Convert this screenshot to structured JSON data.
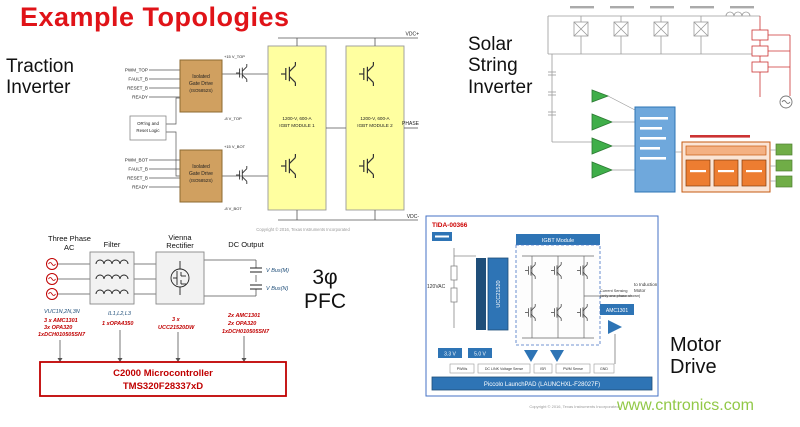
{
  "page": {
    "title": "Example Topologies",
    "watermark": "www.cntronics.com"
  },
  "colors": {
    "title_red": "#e01318",
    "annotation_red": "#c00000",
    "watermark_green": "#8cc63e",
    "igbt_module_yellow": "#ffffa0",
    "gate_driver_tan": "#d0a060",
    "ti_blue": "#2e74b5",
    "solar_green": "#3fae49",
    "solar_orange": "#ed7d31"
  },
  "traction": {
    "label_line1": "Traction",
    "label_line2": "Inverter",
    "inputs_top": [
      "PWM_TOP",
      "FAULT_B",
      "RESET_B",
      "READY"
    ],
    "inputs_bot": [
      "PWM_BOT",
      "FAULT_B",
      "RESET_B",
      "READY"
    ],
    "logic_line1": "OR'ing and",
    "logic_line2": "Reset Logic",
    "driver_line1": "Isolated",
    "driver_line2": "Gate Drive",
    "driver_line3": "(ISO5852S)",
    "supply_top_pos": "+15 V_TOP",
    "supply_top_neg": "-8 V_TOP",
    "supply_bot_pos": "+15 V_BOT",
    "supply_bot_neg": "-8 V_BOT",
    "module1_line1": "1200-V, 600-A",
    "module1_line2": "IGBT MODULE 1",
    "module2_line1": "1200-V, 600-A",
    "module2_line2": "IGBT MODULE 2",
    "rail_top": "VDC+",
    "rail_bottom": "VDC-",
    "phase": "PHASE",
    "copyright": "Copyright © 2016, Texas Instruments Incorporated"
  },
  "solar": {
    "label_line1": "Solar",
    "label_line2": "String",
    "label_line3": "Inverter"
  },
  "pfc": {
    "label_line1": "3φ",
    "label_line2": "PFC",
    "source_line1": "Three Phase",
    "source_line2": "AC",
    "filter_label": "Filter",
    "rectifier_line1": "Vienna",
    "rectifier_line2": "Rectifier",
    "output_label": "DC Output",
    "vbus_m": "V Bus(M)",
    "vbus_n": "V Bus(N)",
    "v_sense": "VUC1N,2N,3N",
    "i_sense": "IL1,L2,L3",
    "ann_left": [
      "3 x AMC1301",
      "3x OPA320",
      "1xDCH010505SN7"
    ],
    "ann_mid": "1 xOPA4350",
    "ann_rect": [
      "3 x",
      "UCC21520DW"
    ],
    "ann_right": [
      "2x AMC1301",
      "2x OPA320",
      "1xDCH010505SN7"
    ],
    "mcu_line1": "C2000 Microcontroller",
    "mcu_line2": "TMS320F28337xD"
  },
  "motor": {
    "label_line1": "Motor",
    "label_line2": "Drive",
    "tida": "TIDA-00366",
    "igbt_module": "IGBT Module",
    "gate_driver": "UCC21520",
    "amc": "AMC1301",
    "sense_line1": "Current Sensing",
    "sense_line2": "(only one phase shown)",
    "motor_line1": "to Induction",
    "motor_line2": "Motor",
    "input_label": "120VAC",
    "ldo1": "3.3 V",
    "ldo2": "5.0 V",
    "board_labels": [
      "PWMs",
      "DC LINK Voltage Sense",
      "ISR",
      "PWM Sense",
      "GND"
    ],
    "launchpad": "Piccolo LaunchPAD (LAUNCHXL-F28027F)",
    "copyright": "Copyright © 2016, Texas Instruments Incorporated"
  }
}
